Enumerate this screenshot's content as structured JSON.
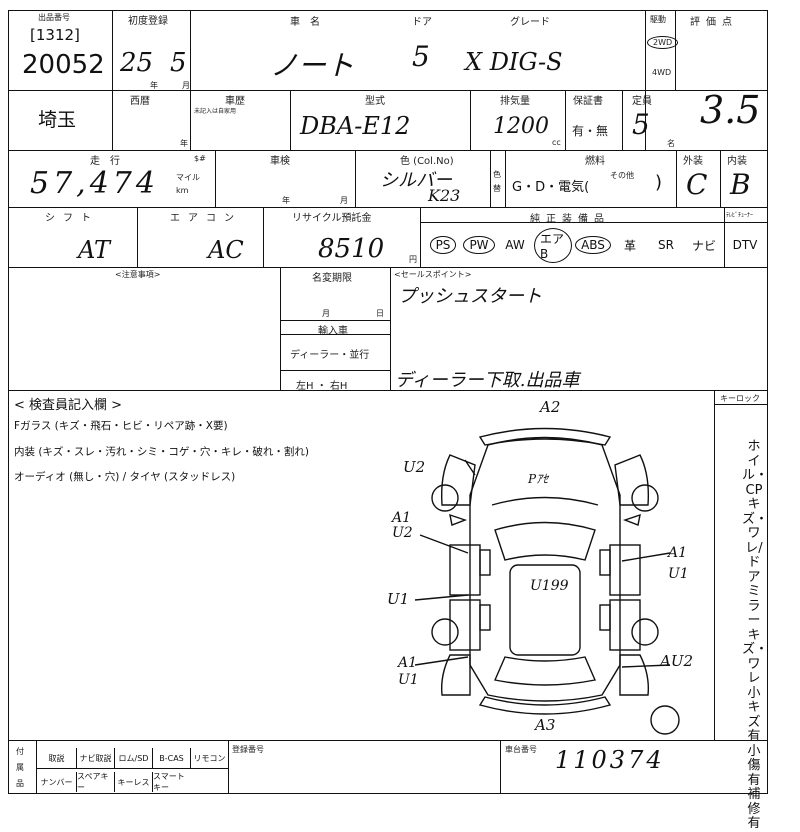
{
  "header": {
    "auction_label": "出品番号",
    "lot_bracket": "[1312]",
    "lot_number": "20052",
    "first_reg_label": "初度登録",
    "first_reg_year": "25",
    "first_reg_month": "5",
    "year_unit": "年",
    "month_unit": "月",
    "car_name_label": "車　名",
    "car_name": "ノート",
    "door_label": "ドア",
    "doors": "5",
    "grade_label": "グレード",
    "grade": "X DIG-S",
    "drive_label": "駆動",
    "drive_2wd": "2WD",
    "drive_4wd": "4WD",
    "score_label": "評価点",
    "score": "3.5"
  },
  "row2": {
    "prefecture": "埼玉",
    "nishiki_label": "西暦",
    "history_label": "車歴",
    "history_note": "未記入は自家用",
    "year_suffix": "年",
    "model_label": "型式",
    "model": "DBA-E12",
    "displacement_label": "排気量",
    "displacement": "1200",
    "cc": "cc",
    "warranty_label": "保証書",
    "warranty": "有・無",
    "capacity_label": "定員",
    "capacity": "5",
    "person_unit": "名"
  },
  "row3": {
    "mileage_label": "走行",
    "mileage": "57,474",
    "mile_unit": "マイル",
    "km_unit": "km",
    "meter_label": "$#",
    "inspection_label": "車検",
    "year_unit": "年",
    "month_unit": "月",
    "color_label": "色 (Col.No)",
    "color": "シルバー",
    "color_code": "K23",
    "color_change_label": "色替",
    "fuel_label": "燃料",
    "fuel_options": "G・D・電気(",
    "fuel_other": "その他",
    "fuel_close": ")",
    "exterior_label": "外装",
    "exterior": "C",
    "interior_label": "内装",
    "interior": "B"
  },
  "row4": {
    "shift_label": "シフト",
    "shift": "AT",
    "ac_label": "エアコン",
    "ac": "AC",
    "recycle_label": "リサイクル預託金",
    "recycle": "8510",
    "yen": "円",
    "equip_label": "純正装備品",
    "tuner_label": "ﾃﾚﾋﾞﾁｭｰﾅｰ",
    "options": [
      "PS",
      "PW",
      "AW",
      "エアB",
      "ABS",
      "革",
      "SR",
      "ナビ",
      "DTV"
    ]
  },
  "row5": {
    "notes_label": "<注意事項>",
    "name_change_label": "名変期限",
    "month_unit": "月",
    "day_unit": "日",
    "import_label": "輸入車",
    "import_value": "ディーラー・並行",
    "handle_value": "左H ・ 右H",
    "sales_point_label": "<セールスポイント>",
    "sales_point": "プッシュスタート",
    "dealer_note": "ディーラー下取.出品車"
  },
  "inspection": {
    "heading": "< 検査員記入欄 >",
    "glass": "Fガラス (キズ・飛石・ヒビ・リペア跡・X要)",
    "interior": "内装 (キズ・スレ・汚れ・シミ・コゲ・穴・キレ・破れ・割れ)",
    "audio": "オーディオ (無し・穴) / タイヤ (スタッドレス)",
    "key_label": "キーロック",
    "side_notes": "ホイル・CPキズ・ワレ/ドアミラーキズ・ワレ 小キズ有 小傷有 補修有"
  },
  "diagram_marks": {
    "top": "A2",
    "roof_label": "Pｱｾ",
    "left_upper": "U2",
    "left_mid1": "A1",
    "left_mid2": "U2",
    "left_lower": "U1",
    "left_rear1": "A1",
    "left_rear2": "U1",
    "center": "U199",
    "right_upper1": "A1",
    "right_upper2": "U1",
    "right_rear": "AU2",
    "bottom": "A3"
  },
  "footer": {
    "attached_label": "付属品",
    "items_row1": [
      "取説",
      "ナビ取説",
      "ロム/SD",
      "B-CAS",
      "リモコン"
    ],
    "items_row2": [
      "ナンバー",
      "スペアキー",
      "キーレス",
      "スマートキー"
    ],
    "reg_number_label": "登録番号",
    "chassis_label": "車台番号",
    "chassis_number": "110374"
  }
}
